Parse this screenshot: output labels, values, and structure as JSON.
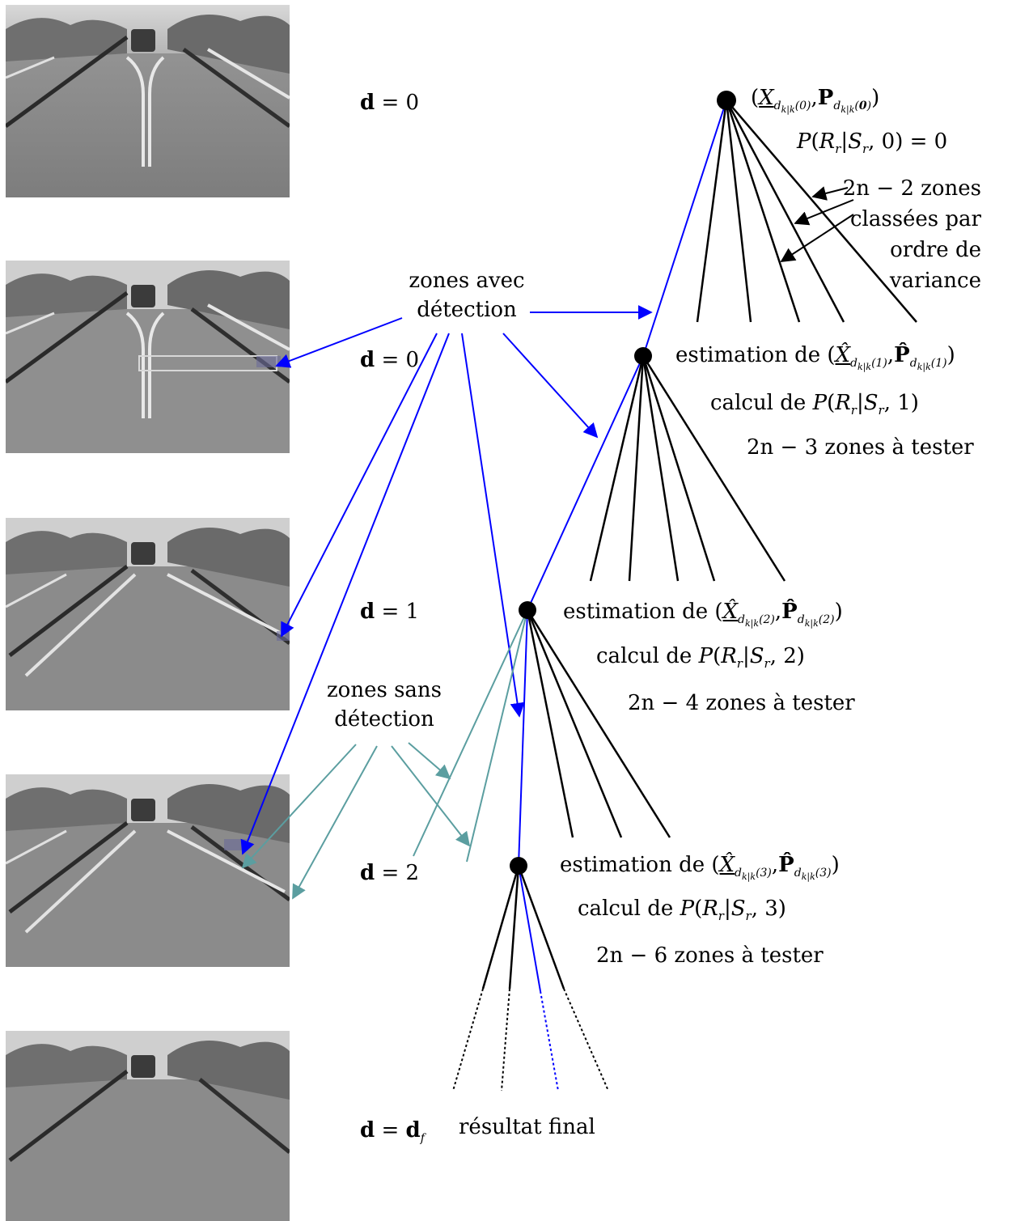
{
  "levels": {
    "d0_top": "d = 0",
    "d0": "d = 0",
    "d1": "d = 1",
    "d2": "d = 2",
    "df": "d = d",
    "df_sub": "f"
  },
  "groups": {
    "with_detection": [
      "zones avec",
      "détection"
    ],
    "without_detection": [
      "zones sans",
      "détection"
    ]
  },
  "root": {
    "state": "(X",
    "state_sub": "d_{k|k}(0)",
    "cov": "P",
    "cov_sub": "d_{k|k}(0)",
    "prob": "P(R_r|S_r, 0) = 0",
    "zones_note": [
      "2n − 2 zones",
      "classées par",
      "ordre de",
      "variance"
    ]
  },
  "nodes": [
    {
      "estimation": "estimation de",
      "state_sub": "d_{k|k}(1)",
      "calc": "calcul de",
      "prob": "P(R_r|S_r, 1)",
      "zones": "2n − 3 zones à tester"
    },
    {
      "estimation": "estimation de",
      "state_sub": "d_{k|k}(2)",
      "calc": "calcul de",
      "prob": "P(R_r|S_r, 2)",
      "zones": "2n − 4 zones à tester"
    },
    {
      "estimation": "estimation de",
      "state_sub": "d_{k|k}(3)",
      "calc": "calcul de",
      "prob": "P(R_r|S_r, 3)",
      "zones": "2n − 6 zones à tester"
    }
  ],
  "final": "résultat final",
  "colors": {
    "blue": "#0000ff",
    "teal": "#5b9ea0",
    "black": "#000000",
    "road": "#8a8a8a"
  }
}
